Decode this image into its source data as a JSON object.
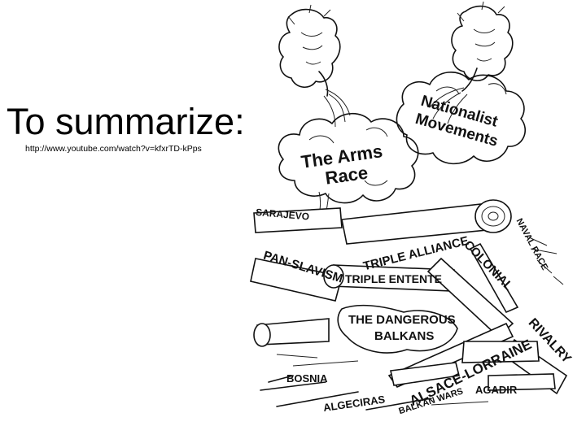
{
  "slide": {
    "title": "To summarize:",
    "link": "http://www.youtube.com/watch?v=kfxrTD-kPps"
  },
  "cartoon": {
    "cloud_labels": {
      "arms_line1": "The Arms",
      "arms_line2": "Race",
      "nat_line1": "Nationalist",
      "nat_line2": "Movements"
    },
    "log_labels": {
      "sarajevo": "SARAJEVO",
      "triple_alliance": "TRIPLE ALLIANCE",
      "naval_race": "NAVAL RACE",
      "pan_slavism": "PAN-SLAVISM",
      "triple_entente": "TRIPLE ENTENTE",
      "colonial": "COLONIAL",
      "balkans_line1": "THE DANGEROUS",
      "balkans_line2": "BALKANS",
      "alsace_lorraine": "ALSACE-LORRAINE",
      "rivalry": "RIVALRY",
      "bosnia": "BOSNIA",
      "algeciras": "ALGECIRAS",
      "balkan_wars": "BALKAN WARS",
      "agadir": "AGADIR"
    }
  }
}
